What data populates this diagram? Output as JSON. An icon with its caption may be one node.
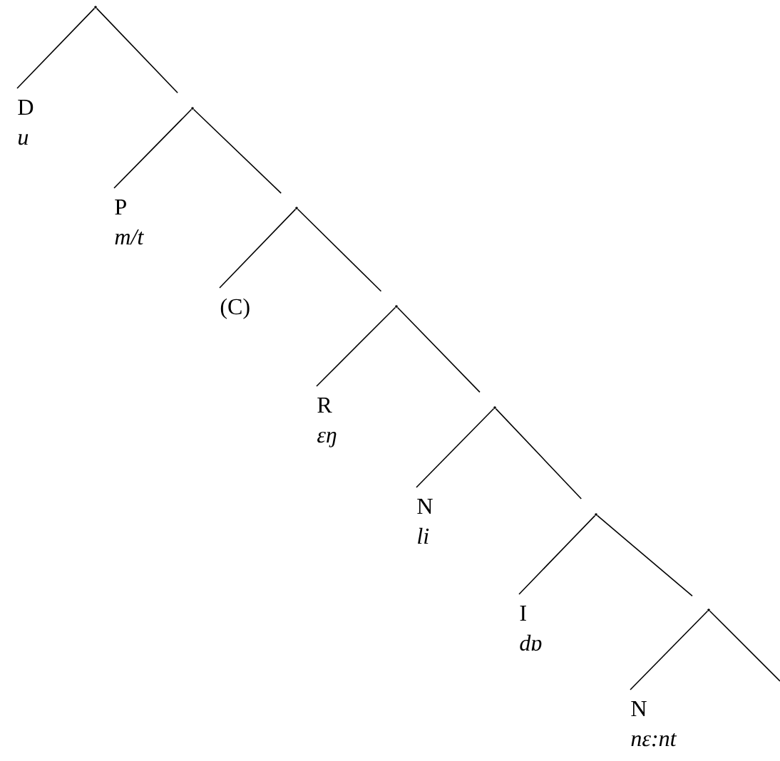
{
  "diagram": {
    "nodes": [
      {
        "text": [],
        "shape": "point"
      },
      {
        "text": [
          "D",
          "u"
        ]
      },
      {
        "text": [],
        "shape": "point"
      },
      {
        "text": [
          "P",
          "m/t"
        ]
      },
      {
        "text": [],
        "shape": "point"
      },
      {
        "text": [
          "(C)"
        ]
      },
      {
        "text": [],
        "shape": "point"
      },
      {
        "text": [
          "R",
          "ɛŋ"
        ]
      },
      {
        "text": [],
        "shape": "point"
      },
      {
        "text": [
          "N",
          "li"
        ]
      },
      {
        "text": [],
        "shape": "point"
      },
      {
        "text": [
          "I",
          "dɒ"
        ]
      },
      {
        "text": [],
        "shape": "point"
      },
      {
        "text": [
          "N",
          "nɛ:nt"
        ]
      }
    ],
    "edges": [
      {
        "from": 0,
        "to": 1,
        "arrow": "none"
      },
      {
        "from": 0,
        "to": 2,
        "arrow": "none"
      },
      {
        "from": 2,
        "to": 3,
        "arrow": "none"
      },
      {
        "from": 2,
        "to": 4,
        "arrow": "none"
      },
      {
        "from": 4,
        "to": 5,
        "arrow": "none"
      },
      {
        "from": 4,
        "to": 6,
        "arrow": "none"
      },
      {
        "from": 6,
        "to": 7,
        "arrow": "none"
      },
      {
        "from": 6,
        "to": 8,
        "arrow": "none"
      },
      {
        "from": 8,
        "to": 9,
        "arrow": "none"
      },
      {
        "from": 8,
        "to": 10,
        "arrow": "none"
      },
      {
        "from": 10,
        "to": 11,
        "arrow": "none"
      },
      {
        "from": 10,
        "to": 12,
        "arrow": "none"
      },
      {
        "from": 12,
        "to": 13,
        "arrow": "none"
      },
      {
        "from": 12,
        "to": null,
        "arrow": "none"
      }
    ]
  }
}
